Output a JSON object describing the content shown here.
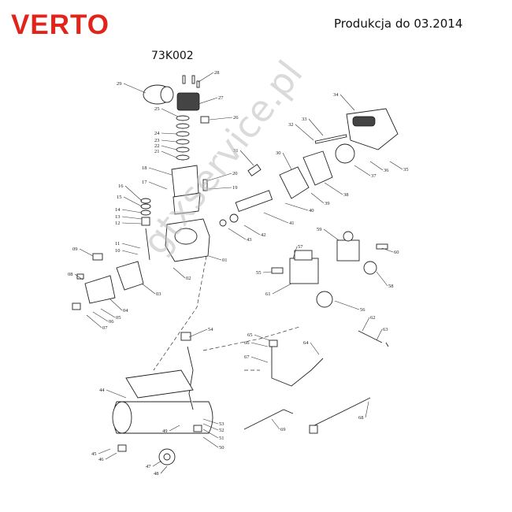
{
  "header": {
    "brand": "VERTO",
    "production_note": "Produkcja do 03.2014",
    "model": "73K002"
  },
  "watermark": "gtxservice.pl",
  "part_labels": [
    "01",
    "02",
    "03",
    "04",
    "05",
    "06",
    "07",
    "08",
    "09",
    "10",
    "11",
    "12",
    "13",
    "14",
    "15",
    "16",
    "17",
    "18",
    "19",
    "20",
    "21",
    "22",
    "23",
    "24",
    "25",
    "26",
    "27",
    "28",
    "29",
    "30",
    "31",
    "32",
    "33",
    "34",
    "35",
    "36",
    "37",
    "38",
    "39",
    "40",
    "41",
    "42",
    "43",
    "44",
    "45",
    "46",
    "47",
    "48",
    "49",
    "50",
    "51",
    "52",
    "53",
    "54",
    "55",
    "56",
    "57",
    "58",
    "59",
    "60",
    "61",
    "62",
    "63",
    "64",
    "65",
    "66",
    "67",
    "68",
    "69"
  ]
}
